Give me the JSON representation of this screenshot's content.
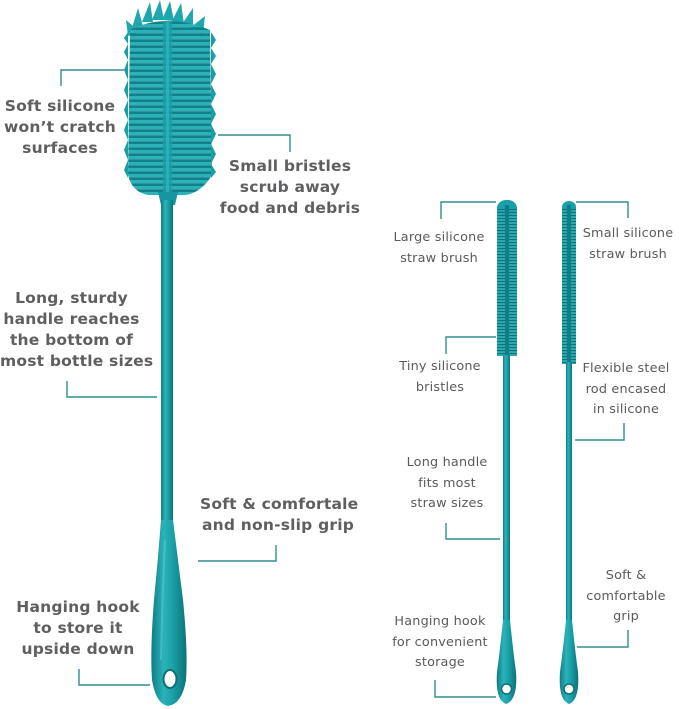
{
  "colors": {
    "teal": "#1a9fa6",
    "teal_dark": "#0f7f87",
    "teal_light": "#3cbcc2",
    "line": "#2f8d92",
    "text": "#5e5e60",
    "background": "#ffffff"
  },
  "bottle_brush": {
    "name": "Silicone bottle brush",
    "callouts": [
      {
        "id": "soft-silicone",
        "lines": [
          "Soft silicone",
          "won’t cratch",
          "surfaces"
        ]
      },
      {
        "id": "small-bristles",
        "lines": [
          "Small bristles",
          "scrub away",
          "food and debris"
        ]
      },
      {
        "id": "long-handle",
        "lines": [
          "Long, sturdy",
          "handle reaches",
          "the bottom of",
          "most bottle sizes"
        ]
      },
      {
        "id": "grip",
        "lines": [
          "Soft & comfortale",
          "and non-slip grip"
        ]
      },
      {
        "id": "hanging-hook",
        "lines": [
          "Hanging hook",
          "to store it",
          "upside down"
        ]
      }
    ]
  },
  "straw_brushes": {
    "name": "Silicone straw brushes",
    "callouts": [
      {
        "id": "large-straw-brush",
        "lines": [
          "Large silicone",
          "straw brush"
        ]
      },
      {
        "id": "small-straw-brush",
        "lines": [
          "Small silicone",
          "straw brush"
        ]
      },
      {
        "id": "tiny-bristles",
        "lines": [
          "Tiny silicone",
          "bristles"
        ]
      },
      {
        "id": "steel-rod",
        "lines": [
          "Flexible steel",
          "rod encased",
          "in silicone"
        ]
      },
      {
        "id": "straw-long-handle",
        "lines": [
          "Long handle",
          "fits most",
          "straw sizes"
        ]
      },
      {
        "id": "straw-grip",
        "lines": [
          "Soft &",
          "comfortable",
          "grip"
        ]
      },
      {
        "id": "straw-hanging-hook",
        "lines": [
          "Hanging hook",
          "for convenient",
          "storage"
        ]
      }
    ]
  }
}
